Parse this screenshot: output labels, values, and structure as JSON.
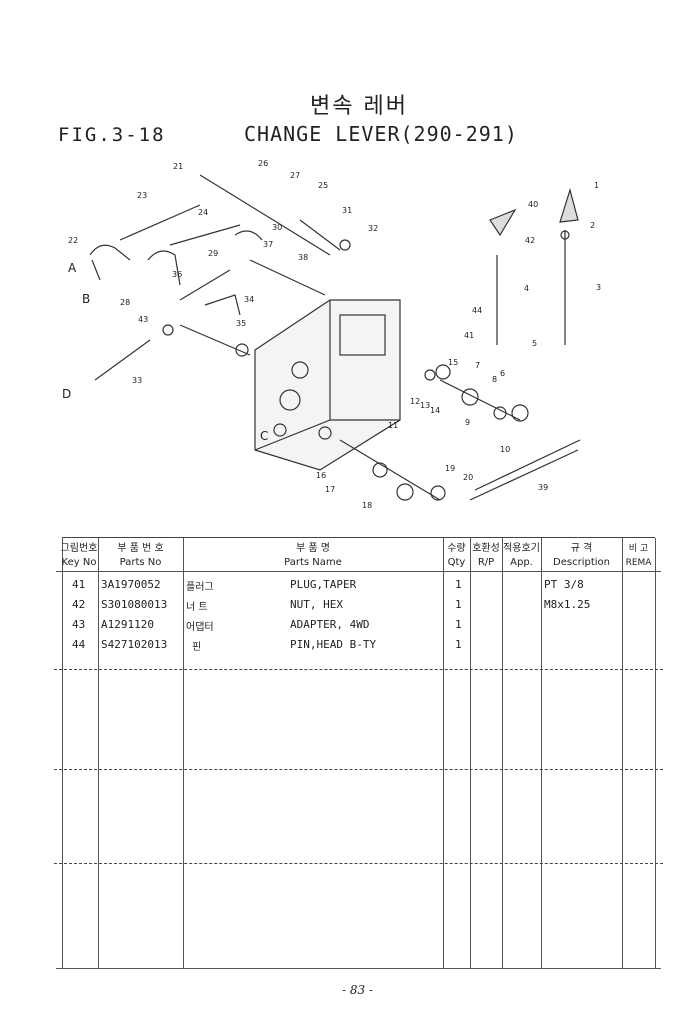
{
  "header": {
    "title_korean": "변속 레버",
    "figure_no": "FIG.3-18",
    "figure_title": "CHANGE LEVER(290-291)"
  },
  "diagram": {
    "callouts": [
      "1",
      "2",
      "3",
      "4",
      "5",
      "6",
      "7",
      "8",
      "9",
      "10",
      "11",
      "12",
      "13",
      "14",
      "15",
      "16",
      "17",
      "18",
      "19",
      "20",
      "21",
      "22",
      "23",
      "24",
      "25",
      "26",
      "27",
      "28",
      "29",
      "30",
      "31",
      "32",
      "33",
      "34",
      "35",
      "36",
      "37",
      "38",
      "39",
      "40",
      "41",
      "42",
      "43",
      "44",
      "A",
      "B",
      "C",
      "D"
    ]
  },
  "table": {
    "headers": [
      {
        "ko": "그림번호",
        "en": "Key No"
      },
      {
        "ko": "부 품 번 호",
        "en": "Parts No"
      },
      {
        "ko": "부 품 명",
        "en": "Parts Name"
      },
      {
        "ko": "수량",
        "en": "Qty"
      },
      {
        "ko": "호환성",
        "en": "R/P"
      },
      {
        "ko": "적용호기",
        "en": "App."
      },
      {
        "ko": "규 격",
        "en": "Description"
      },
      {
        "ko": "비 고",
        "en": "REMA"
      }
    ],
    "rows": [
      {
        "key": "41",
        "part_no": "3A1970052",
        "name_ko": "플러그",
        "name_en": "PLUG,TAPER",
        "qty": "1",
        "desc": "PT 3/8"
      },
      {
        "key": "42",
        "part_no": "S301080013",
        "name_ko": "너 트",
        "name_en": "NUT, HEX",
        "qty": "1",
        "desc": "M8x1.25"
      },
      {
        "key": "43",
        "part_no": "A1291120",
        "name_ko": "어댑터",
        "name_en": "ADAPTER, 4WD",
        "qty": "1",
        "desc": ""
      },
      {
        "key": "44",
        "part_no": "S427102013",
        "name_ko": "핀",
        "name_en": "PIN,HEAD B-TY",
        "qty": "1",
        "desc": ""
      }
    ]
  },
  "footer": {
    "page": "- 83 -"
  }
}
